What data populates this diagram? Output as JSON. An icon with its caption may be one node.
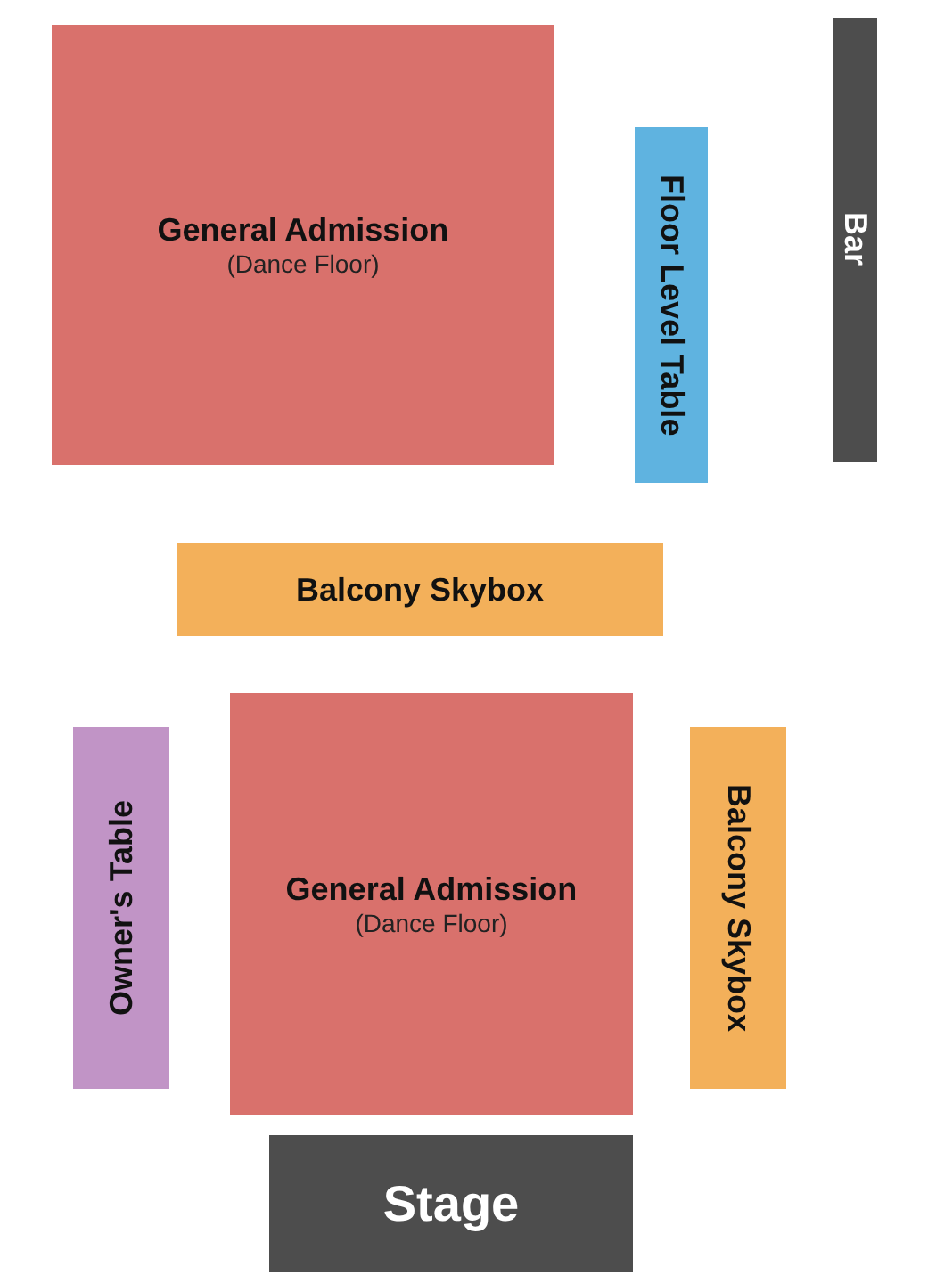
{
  "diagram": {
    "nodes": [
      {
        "text": [
          "General Admission",
          "(Dance Floor)"
        ]
      },
      {
        "text": [
          "Floor Level Table"
        ]
      },
      {
        "text": [
          "Bar"
        ]
      },
      {
        "text": [
          "Balcony Skybox"
        ]
      },
      {
        "text": [
          "Owner's Table"
        ]
      },
      {
        "text": [
          "General Admission",
          "(Dance Floor)"
        ]
      },
      {
        "text": [
          "Balcony Skybox"
        ]
      },
      {
        "text": [
          "Stage"
        ]
      }
    ]
  }
}
